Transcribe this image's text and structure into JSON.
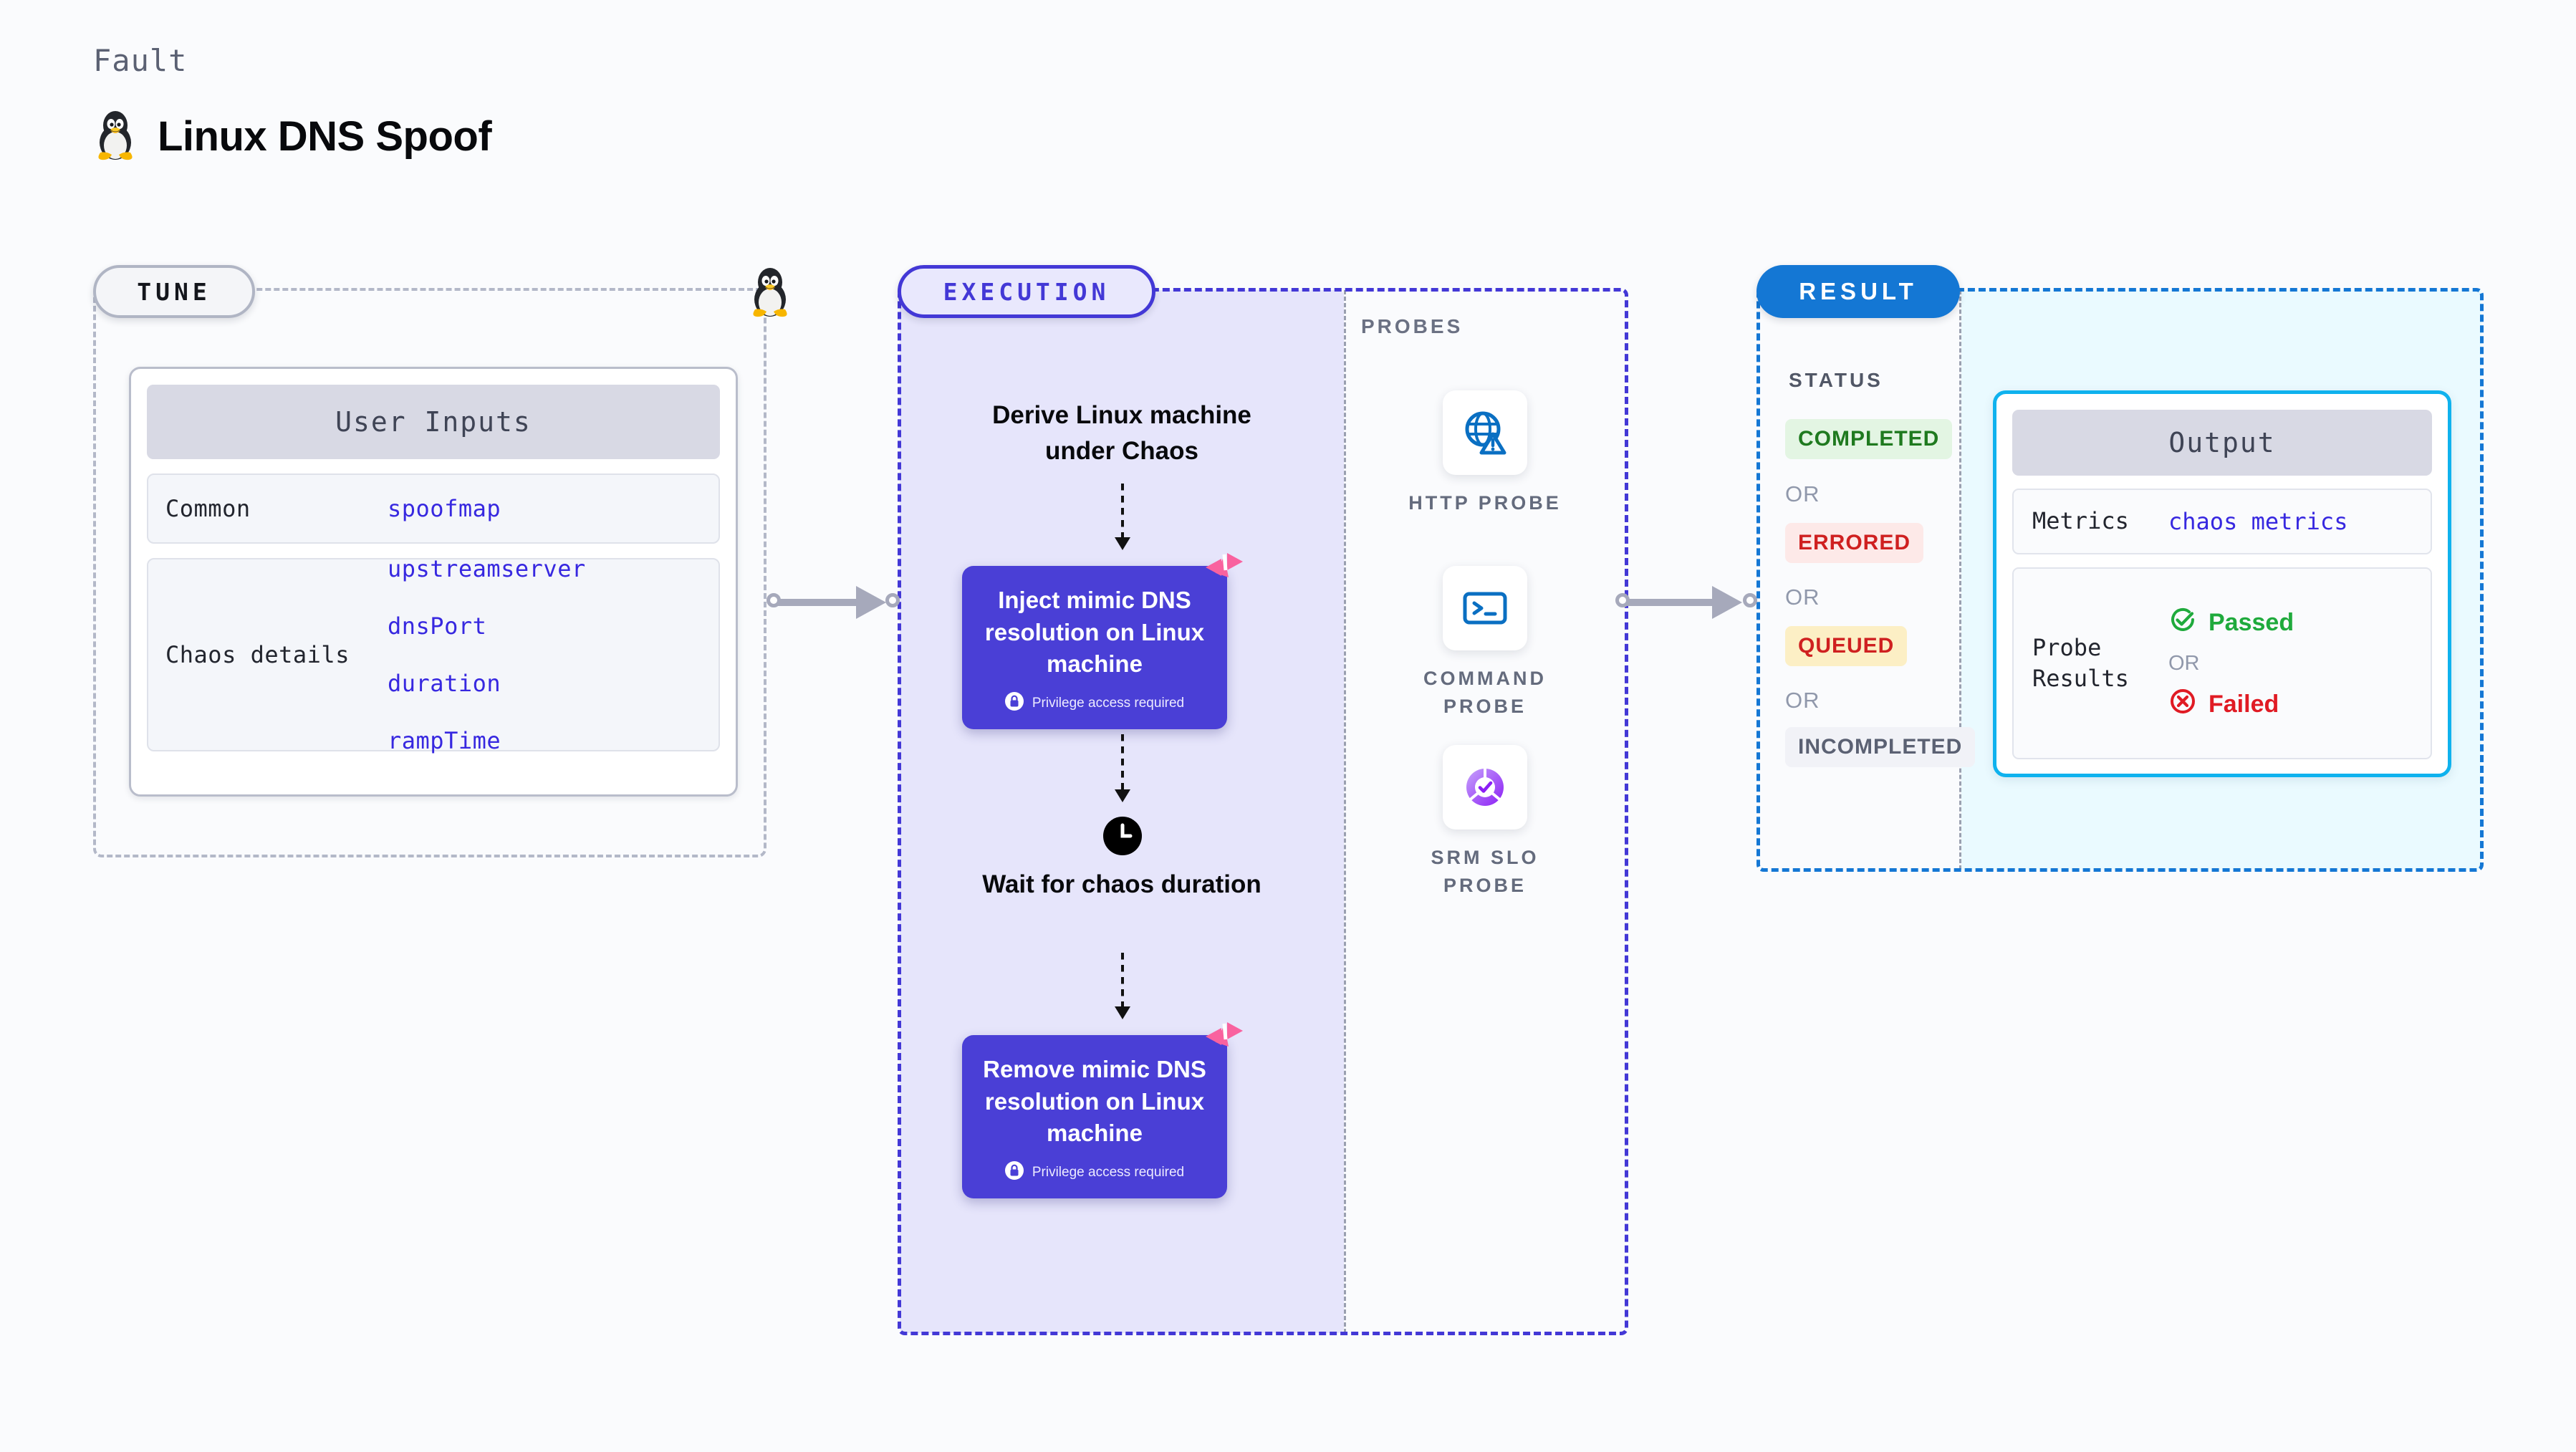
{
  "header": {
    "eyebrow": "Fault",
    "title": "Linux DNS Spoof",
    "icon": "tux-penguin-icon"
  },
  "tune": {
    "pill_label": "TUNE",
    "card_title": "User Inputs",
    "rows": [
      {
        "key": "Common",
        "values": [
          "spoofmap"
        ]
      },
      {
        "key": "Chaos details",
        "values": [
          "upstreamserver",
          "dnsPort",
          "duration",
          "rampTime"
        ]
      }
    ]
  },
  "execution": {
    "pill_label": "EXECUTION",
    "step1_title": "Derive Linux machine under Chaos",
    "card1": {
      "title": "Inject mimic DNS resolution on Linux machine",
      "note": "Privilege access required"
    },
    "wait_title": "Wait for chaos duration",
    "card2": {
      "title": "Remove mimic DNS resolution on Linux machine",
      "note": "Privilege access required"
    }
  },
  "probes": {
    "label": "PROBES",
    "items": [
      {
        "label": "HTTP PROBE",
        "icon": "globe-warning-icon"
      },
      {
        "label": "COMMAND PROBE",
        "icon": "terminal-icon"
      },
      {
        "label": "SRM SLO PROBE",
        "icon": "slo-donut-check-icon"
      }
    ]
  },
  "result": {
    "pill_label": "RESULT",
    "status_label": "STATUS",
    "or_label": "OR",
    "statuses": [
      {
        "label": "COMPLETED",
        "bg": "#e3f5e3",
        "fg": "#1f7a1f"
      },
      {
        "label": "ERRORED",
        "bg": "#fde9e8",
        "fg": "#cf2020"
      },
      {
        "label": "QUEUED",
        "bg": "#fcefc5",
        "fg": "#cf2020"
      },
      {
        "label": "INCOMPLETED",
        "bg": "#f1f2f7",
        "fg": "#5b6173"
      }
    ],
    "output": {
      "title": "Output",
      "metrics_key": "Metrics",
      "metrics_value": "chaos metrics",
      "probe_results_key": "Probe Results",
      "passed_label": "Passed",
      "or_label": "OR",
      "failed_label": "Failed"
    }
  },
  "colors": {
    "indigo": "#4338d6",
    "card_indigo": "#4a3fd6",
    "exec_fill": "#e6e5fb",
    "result_blue": "#1477d4",
    "output_cyan": "#0fb2ee",
    "output_fill": "#eafaff",
    "value_violet": "#3728e0",
    "pink_badge": "#f9629f",
    "passed_green": "#1faa3c",
    "failed_red": "#e01b24"
  }
}
